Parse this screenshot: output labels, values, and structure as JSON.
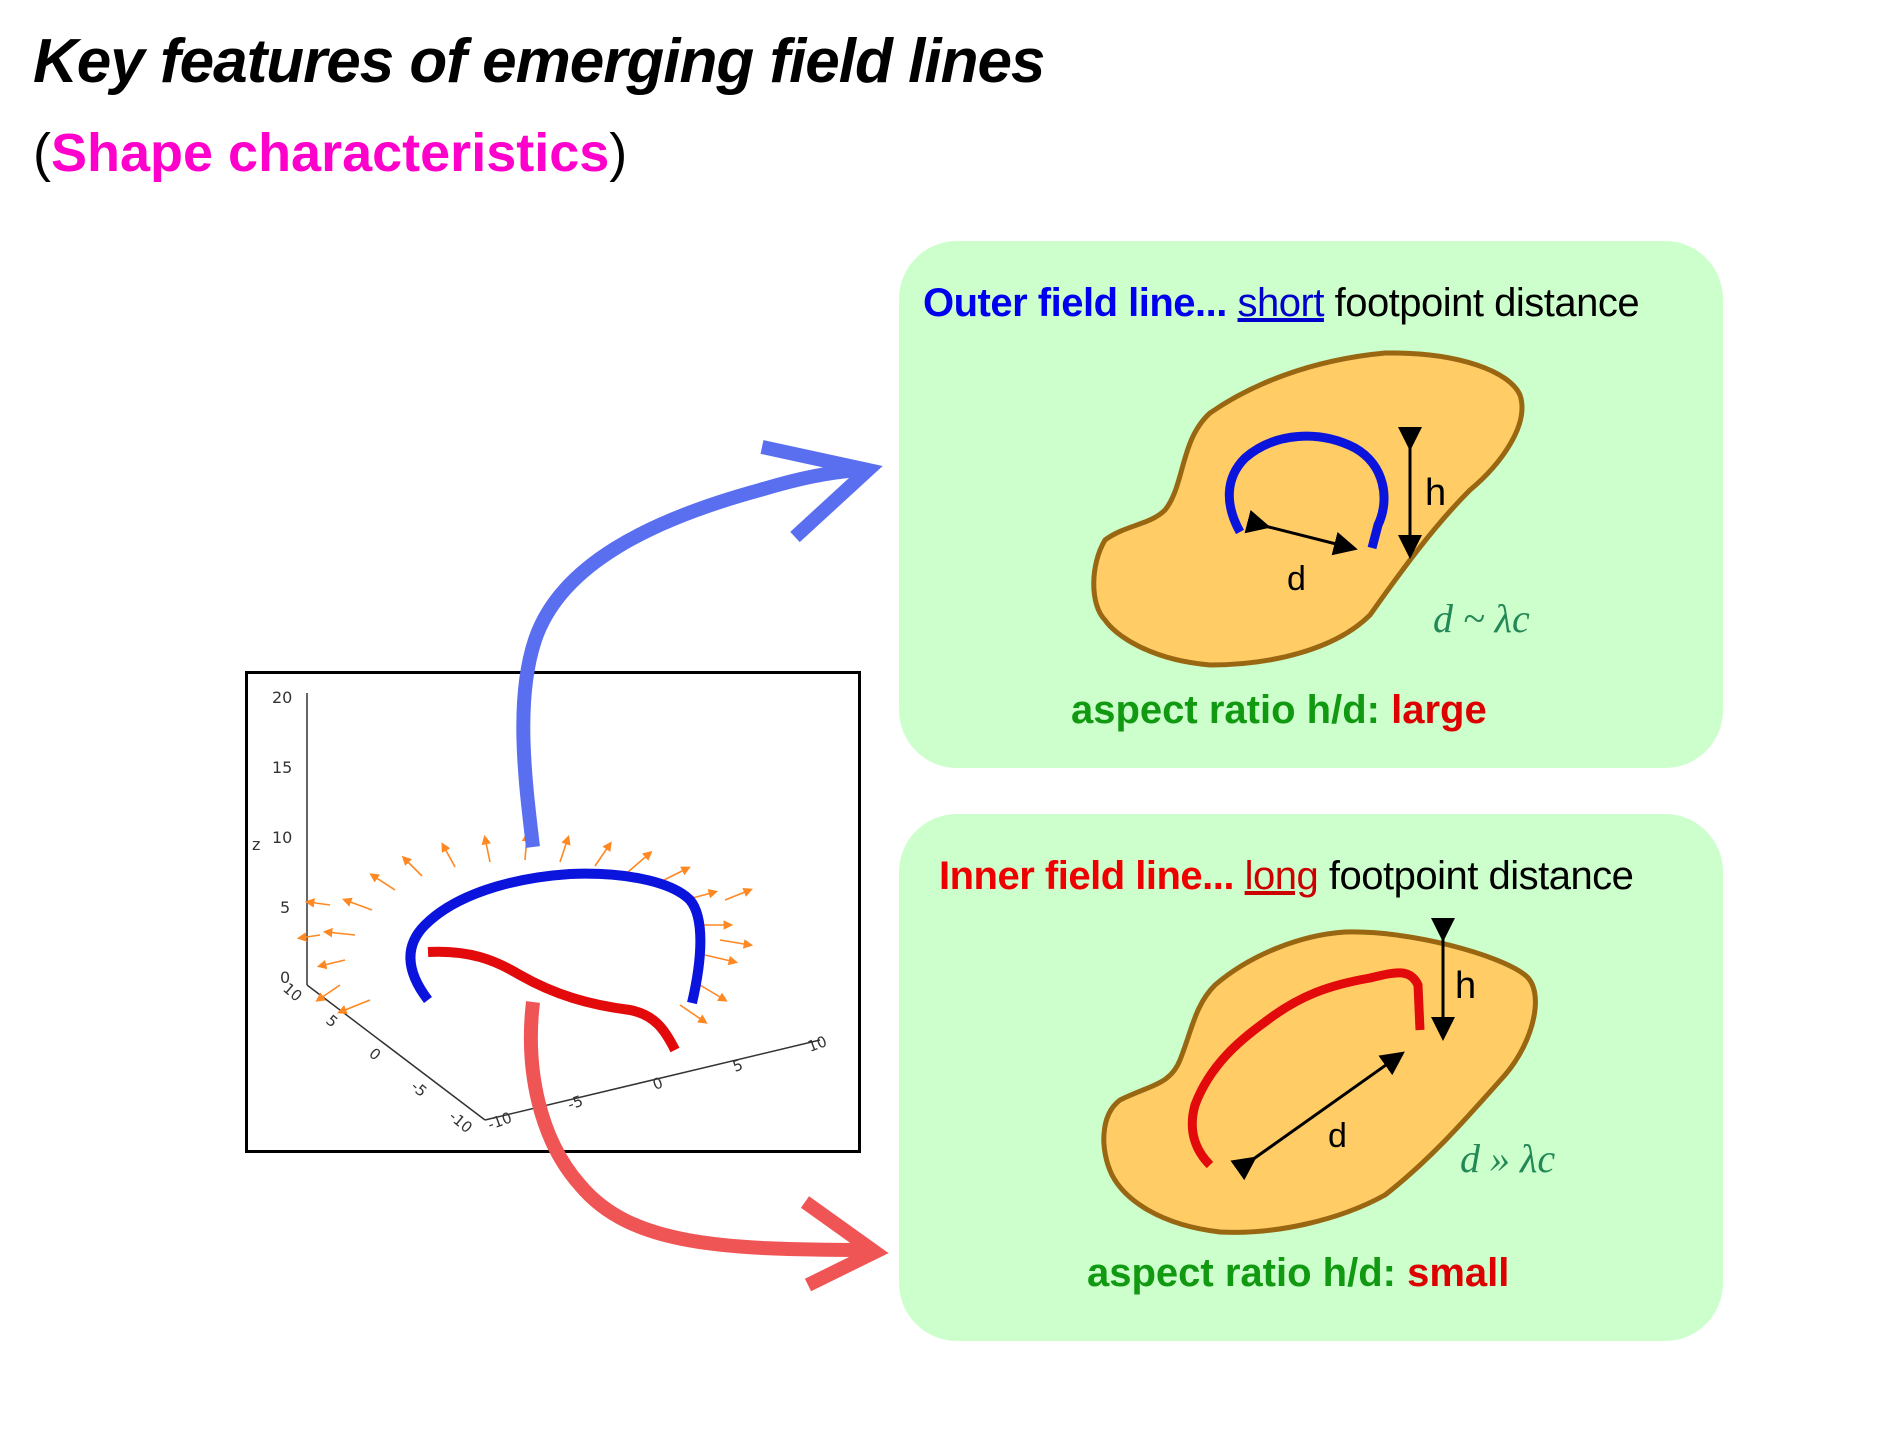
{
  "title": "Key features of emerging field lines",
  "subtitle": {
    "open": "(",
    "highlight": "Shape characteristics",
    "close": ")"
  },
  "outer_panel": {
    "lead": "Outer field line...",
    "emphasis": "short",
    "rest": "footpoint distance",
    "h_label": "h",
    "d_label": "d",
    "relation": "d ~ λc",
    "aspect_label": "aspect ratio h/d:",
    "aspect_value": "large"
  },
  "inner_panel": {
    "lead": "Inner field line...",
    "emphasis": "long",
    "rest": "footpoint distance",
    "h_label": "h",
    "d_label": "d",
    "relation": "d » λc",
    "aspect_label": "aspect ratio h/d:",
    "aspect_value": "small"
  },
  "plot": {
    "z_axis_label": "z",
    "z_ticks": [
      "0",
      "5",
      "10",
      "15",
      "20"
    ],
    "x_ticks": [
      "-10",
      "-5",
      "0",
      "5",
      "10"
    ],
    "y_ticks": [
      "10",
      "5",
      "0",
      "-5",
      "-10"
    ]
  },
  "colors": {
    "outer_line": "#0a14dd",
    "inner_line": "#e20a0a",
    "panel_bg": "#ccffcc",
    "blob_fill": "#ffcc66",
    "blob_stroke": "#996611",
    "arrows_orange": "#ff8822"
  }
}
